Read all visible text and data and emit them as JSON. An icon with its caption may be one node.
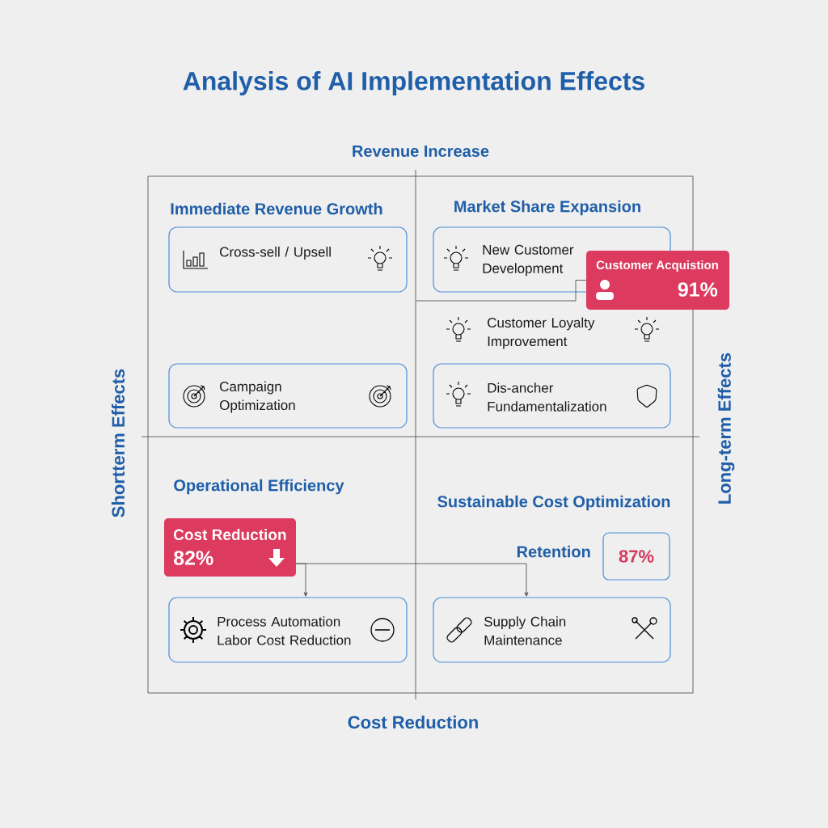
{
  "diagram": {
    "title": "Analysis of AI Implementation Effects",
    "nodes": [
      {
        "text": [
          "Cross-sell / Upsell"
        ]
      },
      {
        "text": [
          "New Customer Development"
        ]
      },
      {
        "text": [
          "Customer Acquistion",
          "91%"
        ]
      },
      {
        "text": [
          "Campaign Optimization"
        ]
      },
      {
        "text": [
          "Dis-ancher Fundamentalization"
        ]
      },
      {
        "text": [
          "Cost Reduction",
          "82%"
        ]
      },
      {
        "text": [
          "87%"
        ],
        "beside": [
          "Retention"
        ]
      },
      {
        "text": [
          "Process Automation Labor Cost Reduction"
        ]
      },
      {
        "text": [
          "Supply Chain Maintenance"
        ]
      }
    ],
    "edges": [
      {
        "from": 2,
        "to": null,
        "arrow": "none"
      },
      {
        "from": 5,
        "to": 7,
        "arrow": "to"
      },
      {
        "from": 5,
        "to": 8,
        "arrow": "to"
      }
    ],
    "labels": [
      "Revenue Increase",
      "Immediate Revenue Growth",
      "Market Share Expansion",
      "Customer Loyalty Improvement",
      "Shortterm Effects",
      "Long-term Effects",
      "Operational Efficiency",
      "Sustainable Cost Optimization",
      "Cost Reduction"
    ]
  }
}
